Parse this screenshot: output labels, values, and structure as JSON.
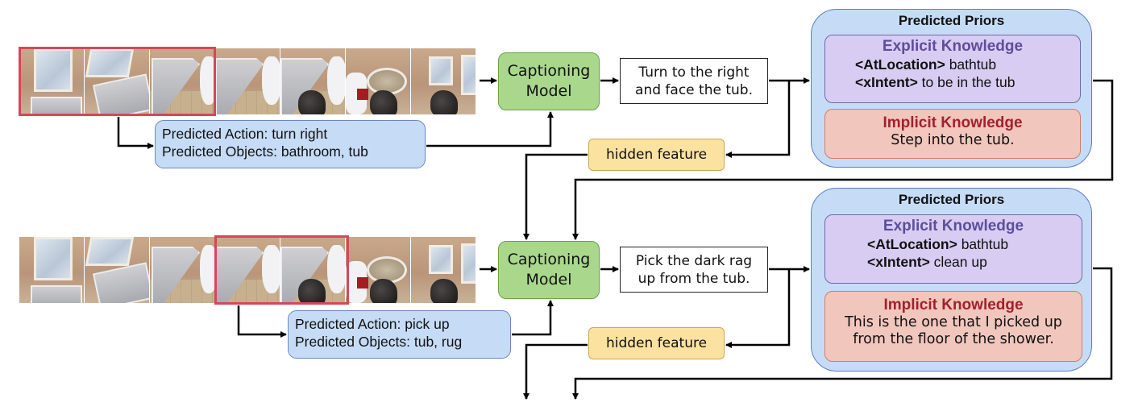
{
  "rows": [
    {
      "frames_count": 7,
      "highlighted_frames": [
        1,
        3
      ],
      "captioning_model": {
        "line1": "Captioning",
        "line2": "Model"
      },
      "caption": {
        "line1": "Turn to the right",
        "line2": "and face the tub."
      },
      "predicted": {
        "action": "Predicted Action: turn right",
        "objects": "Predicted Objects: bathroom, tub"
      },
      "hidden_feature": "hidden feature",
      "priors": {
        "title": "Predicted Priors",
        "explicit": {
          "title": "Explicit Knowledge",
          "relations": [
            {
              "tag": "<AtLocation>",
              "value": " bathtub"
            },
            {
              "tag": "<xIntent>",
              "value": " to be in the tub"
            }
          ]
        },
        "implicit": {
          "title": "Implicit Knowledge",
          "lines": [
            "Step into the tub."
          ]
        }
      }
    },
    {
      "frames_count": 7,
      "highlighted_frames": [
        4,
        5
      ],
      "captioning_model": {
        "line1": "Captioning",
        "line2": "Model"
      },
      "caption": {
        "line1": "Pick the dark rag",
        "line2": "up from the tub."
      },
      "predicted": {
        "action": "Predicted Action: pick up",
        "objects": "Predicted Objects: tub, rug"
      },
      "hidden_feature": "hidden feature",
      "priors": {
        "title": "Predicted Priors",
        "explicit": {
          "title": "Explicit Knowledge",
          "relations": [
            {
              "tag": "<AtLocation>",
              "value": " bathtub"
            },
            {
              "tag": "<xIntent>",
              "value": " clean up"
            }
          ]
        },
        "implicit": {
          "title": "Implicit Knowledge",
          "lines": [
            "This is the one that I picked up",
            "from the floor of the shower."
          ]
        }
      }
    }
  ],
  "colors": {
    "highlight": "#d4475a",
    "captioning_model": "#a9d88c",
    "predicted_box": "#c6dcf6",
    "hidden_feature": "#fbe2a0",
    "explicit": "#d9ccf3",
    "explicit_title": "#5d4e9a",
    "implicit": "#f1c6bd",
    "implicit_title": "#a3202e"
  }
}
